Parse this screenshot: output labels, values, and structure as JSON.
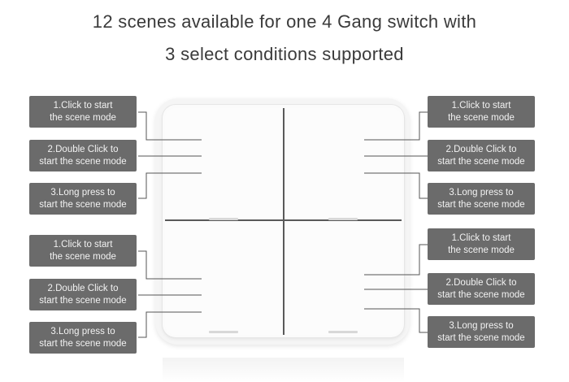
{
  "title": {
    "line1": "12 scenes available for one 4 Gang switch with",
    "line2": "3 select conditions supported"
  },
  "labels": {
    "click": [
      "1.Click to start",
      "the scene mode"
    ],
    "double": [
      "2.Double Click to",
      "start the scene mode"
    ],
    "long": [
      "3.Long press to",
      "start the scene mode"
    ]
  },
  "colors": {
    "label_bg": "#6b6b6b",
    "label_text": "#f2f2f2",
    "connector": "#555555",
    "divider": "#5a5a5a"
  }
}
